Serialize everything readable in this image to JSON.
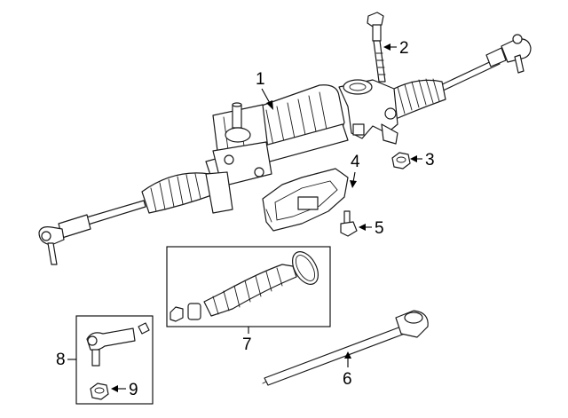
{
  "callouts": [
    {
      "id": "1",
      "label": "1"
    },
    {
      "id": "2",
      "label": "2"
    },
    {
      "id": "3",
      "label": "3"
    },
    {
      "id": "4",
      "label": "4"
    },
    {
      "id": "5",
      "label": "5"
    },
    {
      "id": "6",
      "label": "6"
    },
    {
      "id": "7",
      "label": "7"
    },
    {
      "id": "8",
      "label": "8"
    },
    {
      "id": "9",
      "label": "9"
    }
  ],
  "colors": {
    "line": "#1a1a1a",
    "background": "#ffffff"
  }
}
